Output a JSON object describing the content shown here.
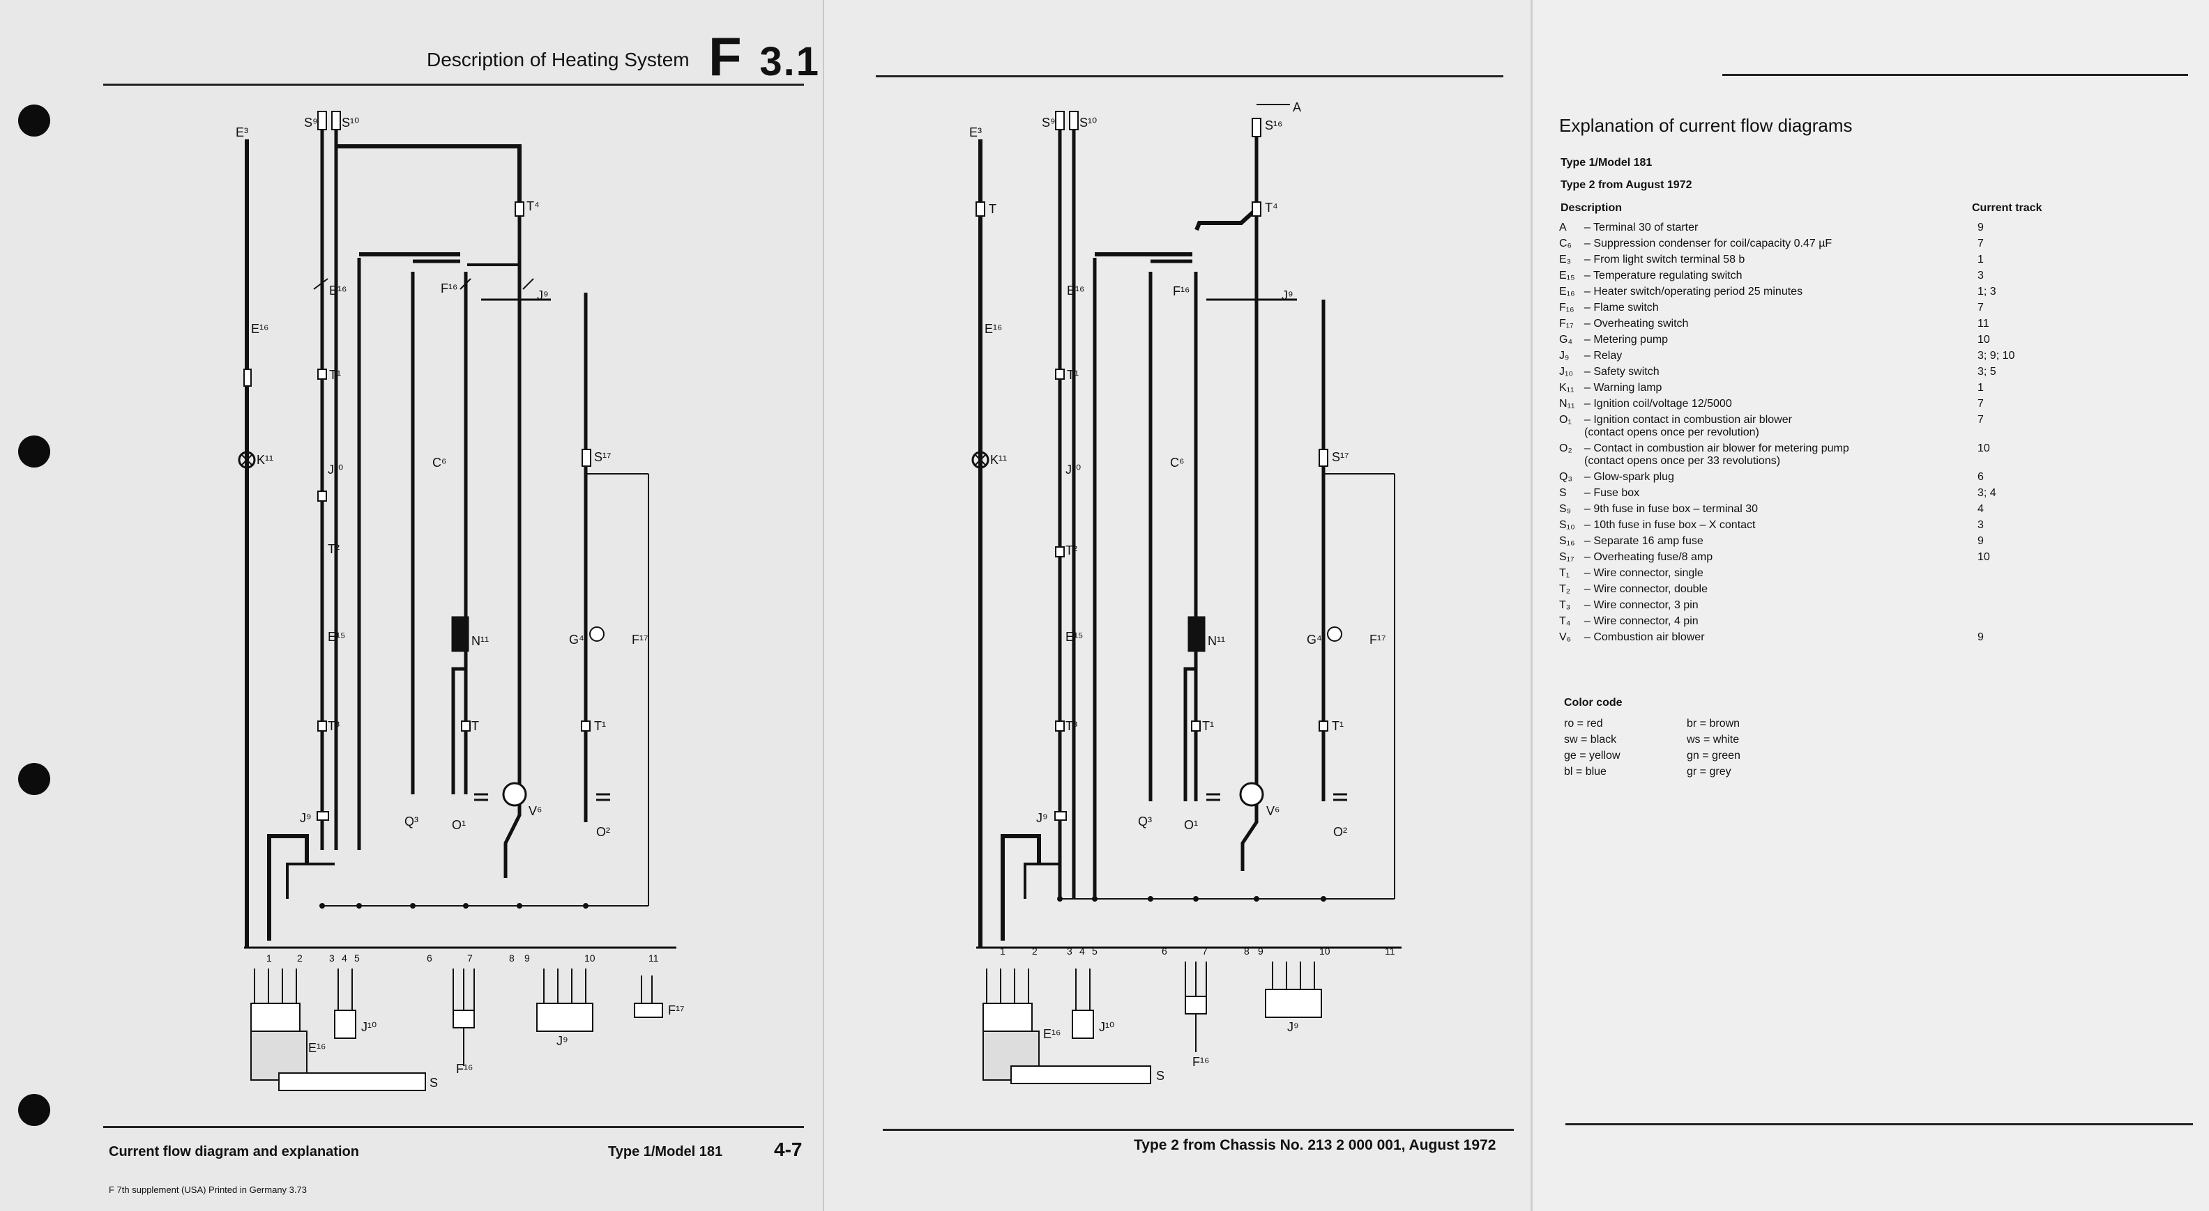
{
  "header": {
    "title": "Description of Heating System",
    "code_letter": "F",
    "code_number": "3.1"
  },
  "left_footer": {
    "caption": "Current flow diagram and explanation",
    "type": "Type 1/Model 181",
    "page": "4-7",
    "print_line": "F  7th supplement (USA)  Printed in Germany  3.73"
  },
  "middle_footer": {
    "caption": "Type 2 from Chassis No. 213 2 000 001, August 1972"
  },
  "explanation": {
    "title": "Explanation of current flow diagrams",
    "type_a": "Type 1/Model 181",
    "type_b": "Type 2 from August 1972",
    "col_description": "Description",
    "col_track": "Current track",
    "rows": [
      {
        "code": "A",
        "desc": "– Terminal 30 of starter",
        "track": "9"
      },
      {
        "code": "C₆",
        "desc": "– Suppression condenser for coil/capacity 0.47 µF",
        "track": "7"
      },
      {
        "code": "E₃",
        "desc": "– From light switch terminal 58 b",
        "track": "1"
      },
      {
        "code": "E₁₅",
        "desc": "– Temperature regulating switch",
        "track": "3"
      },
      {
        "code": "E₁₆",
        "desc": "– Heater switch/operating period 25 minutes",
        "track": "1; 3"
      },
      {
        "code": "F₁₆",
        "desc": "– Flame switch",
        "track": "7"
      },
      {
        "code": "F₁₇",
        "desc": "– Overheating switch",
        "track": "11"
      },
      {
        "code": "G₄",
        "desc": "– Metering pump",
        "track": "10"
      },
      {
        "code": "J₉",
        "desc": "– Relay",
        "track": "3; 9; 10"
      },
      {
        "code": "J₁₀",
        "desc": "– Safety switch",
        "track": "3; 5"
      },
      {
        "code": "K₁₁",
        "desc": "– Warning lamp",
        "track": "1"
      },
      {
        "code": "N₁₁",
        "desc": "– Ignition coil/voltage 12/5000",
        "track": "7"
      },
      {
        "code": "O₁",
        "desc": "– Ignition contact in combustion air blower\n   (contact opens once per revolution)",
        "track": "7"
      },
      {
        "code": "O₂",
        "desc": "– Contact in combustion air blower for metering pump\n   (contact opens once per 33 revolutions)",
        "track": "10"
      },
      {
        "code": "Q₃",
        "desc": "– Glow-spark plug",
        "track": "6"
      },
      {
        "code": "S",
        "desc": "– Fuse box",
        "track": "3; 4"
      },
      {
        "code": "S₉",
        "desc": "– 9th fuse in fuse box – terminal 30",
        "track": "4"
      },
      {
        "code": "S₁₀",
        "desc": "– 10th fuse in fuse box – X contact",
        "track": "3"
      },
      {
        "code": "S₁₆",
        "desc": "– Separate 16 amp fuse",
        "track": "9"
      },
      {
        "code": "S₁₇",
        "desc": "– Overheating fuse/8 amp",
        "track": "10"
      },
      {
        "code": "T₁",
        "desc": "– Wire connector, single",
        "track": ""
      },
      {
        "code": "T₂",
        "desc": "– Wire connector, double",
        "track": ""
      },
      {
        "code": "T₃",
        "desc": "– Wire connector, 3 pin",
        "track": ""
      },
      {
        "code": "T₄",
        "desc": "– Wire connector, 4 pin",
        "track": ""
      },
      {
        "code": "V₆",
        "desc": "– Combustion air blower",
        "track": "9"
      }
    ]
  },
  "color_code": {
    "title": "Color code",
    "entries": [
      "ro = red",
      "br = brown",
      "sw = black",
      "ws = white",
      "ge = yellow",
      "gn = green",
      "bl = blue",
      "gr = grey"
    ]
  },
  "diagram_labels": {
    "tracks": [
      "1",
      "2",
      "3",
      "4",
      "5",
      "6",
      "7",
      "8",
      "9",
      "10",
      "11"
    ],
    "E3": "E³",
    "S9": "S⁹",
    "S10": "S¹⁰",
    "S16": "S¹⁶",
    "T4": "T⁴",
    "J9": "J⁹",
    "F16": "F¹⁶",
    "E16": "E¹⁶",
    "T1": "T¹",
    "T2": "T²",
    "T3": "T³",
    "T": "T",
    "K11": "K¹¹",
    "J10": "J¹⁰",
    "C6": "C⁶",
    "S17": "S¹⁷",
    "E15": "E¹⁵",
    "N11": "N¹¹",
    "G4": "G⁴",
    "F17": "F¹⁷",
    "Q3": "Q³",
    "O1": "O¹",
    "V6": "V⁶",
    "O2": "O²",
    "S": "S",
    "A": "A",
    "F16b": "F¹⁶"
  }
}
